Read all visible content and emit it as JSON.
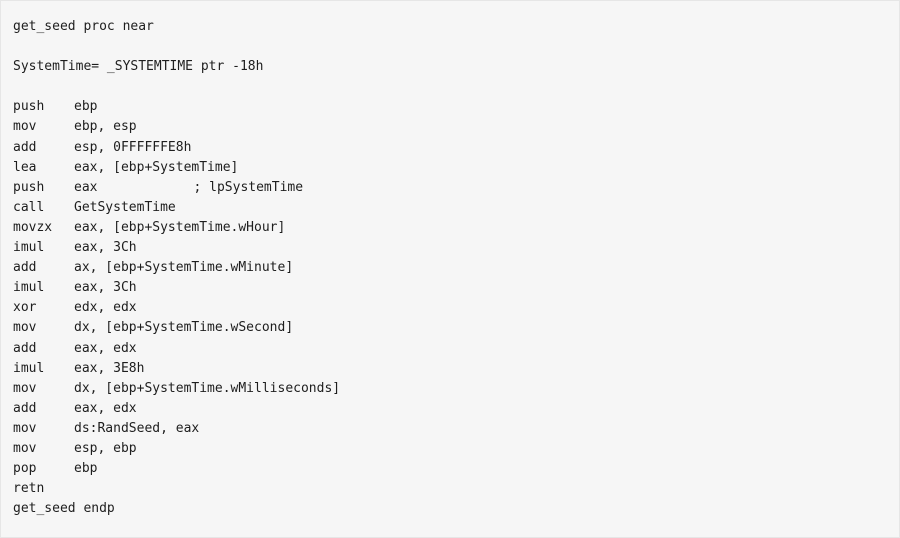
{
  "header": {
    "proc_start": "get_seed proc near",
    "var_decl": "SystemTime= _SYSTEMTIME ptr -18h"
  },
  "instructions": [
    {
      "op": "push",
      "args": "ebp"
    },
    {
      "op": "mov",
      "args": "ebp, esp"
    },
    {
      "op": "add",
      "args": "esp, 0FFFFFFE8h"
    },
    {
      "op": "lea",
      "args": "eax, [ebp+SystemTime]"
    },
    {
      "op": "push",
      "args": "eax",
      "comment": "; lpSystemTime"
    },
    {
      "op": "call",
      "args": "GetSystemTime"
    },
    {
      "op": "movzx",
      "args": "eax, [ebp+SystemTime.wHour]"
    },
    {
      "op": "imul",
      "args": "eax, 3Ch"
    },
    {
      "op": "add",
      "args": "ax, [ebp+SystemTime.wMinute]"
    },
    {
      "op": "imul",
      "args": "eax, 3Ch"
    },
    {
      "op": "xor",
      "args": "edx, edx"
    },
    {
      "op": "mov",
      "args": "dx, [ebp+SystemTime.wSecond]"
    },
    {
      "op": "add",
      "args": "eax, edx"
    },
    {
      "op": "imul",
      "args": "eax, 3E8h"
    },
    {
      "op": "mov",
      "args": "dx, [ebp+SystemTime.wMilliseconds]"
    },
    {
      "op": "add",
      "args": "eax, edx"
    },
    {
      "op": "mov",
      "args": "ds:RandSeed, eax"
    },
    {
      "op": "mov",
      "args": "esp, ebp"
    },
    {
      "op": "pop",
      "args": "ebp"
    },
    {
      "op": "retn",
      "args": ""
    }
  ],
  "footer": {
    "proc_end": "get_seed endp"
  }
}
